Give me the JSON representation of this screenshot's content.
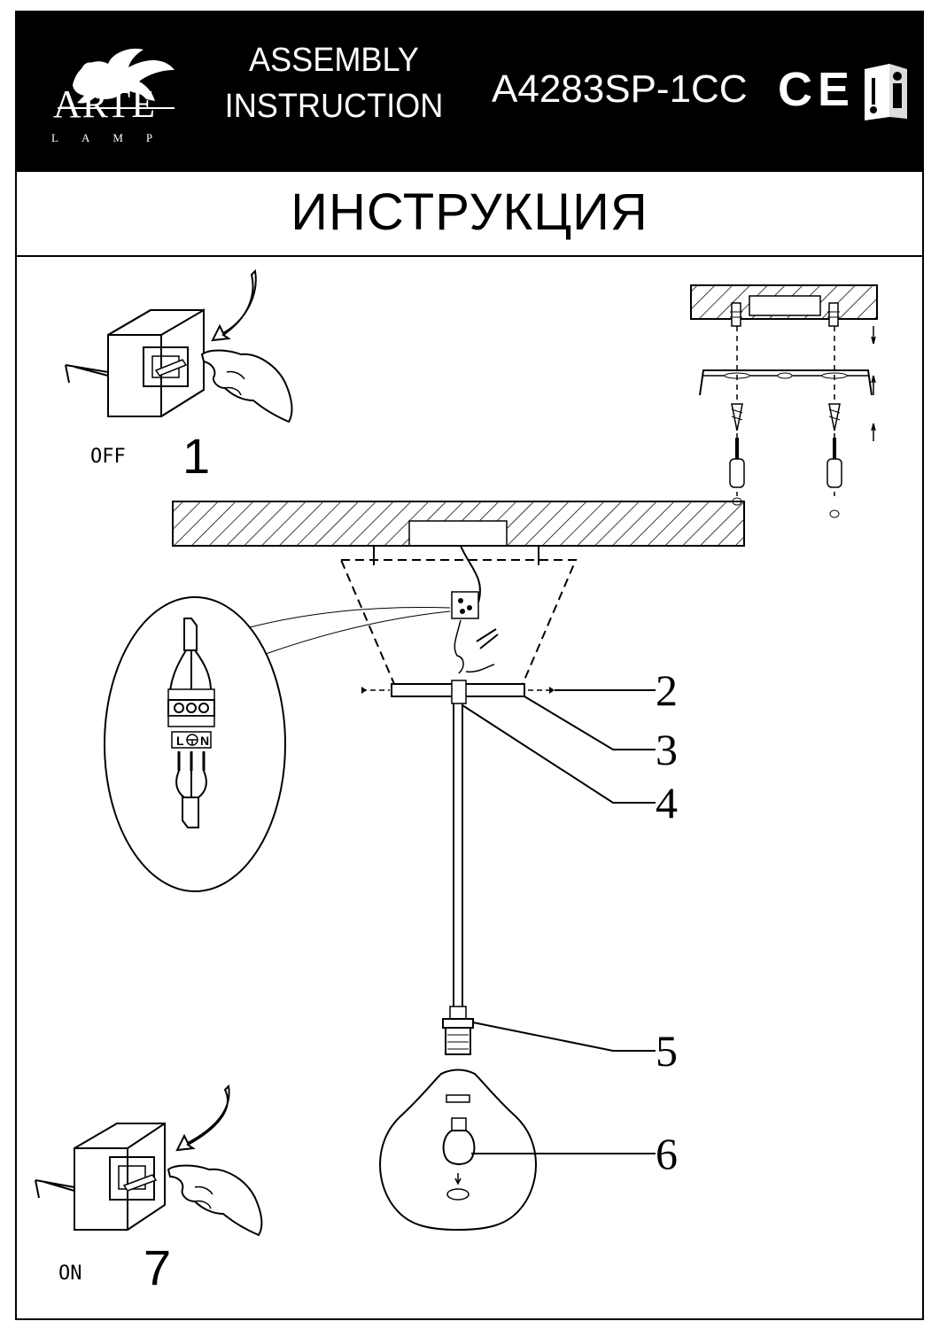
{
  "header": {
    "brand_name": "ARTE",
    "brand_sub": "LAMP",
    "title_line1": "ASSEMBLY",
    "title_line2": "INSTRUCTION",
    "model": "A4283SP-1CC",
    "certification": "CE"
  },
  "page_title": "ИНСТРУКЦИЯ",
  "steps": {
    "off_label": "OFF",
    "off_number": "1",
    "on_label": "ON",
    "on_number": "7"
  },
  "callouts": [
    "2",
    "3",
    "4",
    "5",
    "6"
  ],
  "wiring": {
    "terminal_labels": [
      "L",
      "N"
    ]
  },
  "icons": [
    "lion-logo-icon",
    "manual-info-icon",
    "switch-off-icon",
    "switch-on-icon",
    "hand-icon",
    "arrow-icon",
    "screw-icon",
    "screwdriver-icon",
    "bulb-icon"
  ]
}
